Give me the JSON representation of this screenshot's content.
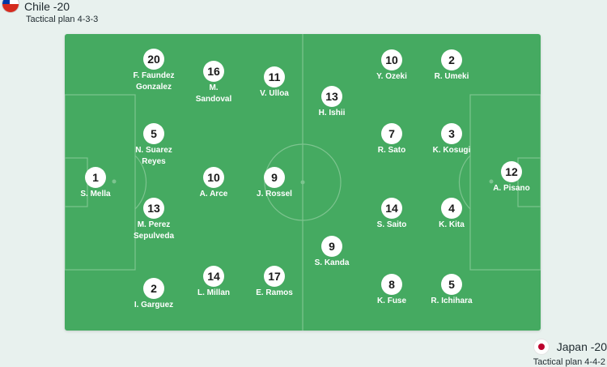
{
  "home": {
    "name": "Chile -20",
    "plan": "Tactical plan 4-3-3",
    "flag": "chile-flag-icon",
    "players": [
      {
        "number": "1",
        "name": "S. Mella"
      },
      {
        "number": "5",
        "name": "N. Suarez\nReyes"
      },
      {
        "number": "13",
        "name": "M. Perez\nSepulveda"
      },
      {
        "number": "20",
        "name": "F. Faundez\nGonzalez"
      },
      {
        "number": "2",
        "name": "I. Garguez"
      },
      {
        "number": "16",
        "name": "M.\nSandoval"
      },
      {
        "number": "10",
        "name": "A. Arce"
      },
      {
        "number": "14",
        "name": "L. Millan"
      },
      {
        "number": "11",
        "name": "V. Ulloa"
      },
      {
        "number": "9",
        "name": "J. Rossel"
      },
      {
        "number": "17",
        "name": "E. Ramos"
      }
    ]
  },
  "away": {
    "name": "Japan -20",
    "plan": "Tactical plan 4-4-2",
    "flag": "japan-flag-icon",
    "players": [
      {
        "number": "12",
        "name": "A. Pisano"
      },
      {
        "number": "2",
        "name": "R. Umeki"
      },
      {
        "number": "3",
        "name": "K. Kosugi"
      },
      {
        "number": "4",
        "name": "K. Kita"
      },
      {
        "number": "5",
        "name": "R. Ichihara"
      },
      {
        "number": "10",
        "name": "Y. Ozeki"
      },
      {
        "number": "7",
        "name": "R. Sato"
      },
      {
        "number": "14",
        "name": "S. Saito"
      },
      {
        "number": "8",
        "name": "K. Fuse"
      },
      {
        "number": "13",
        "name": "H. Ishii"
      },
      {
        "number": "9",
        "name": "S. Kanda"
      }
    ]
  },
  "colors": {
    "pitch": "#45aa61",
    "lines": "#7dc48f",
    "background": "#e8f1ee"
  }
}
